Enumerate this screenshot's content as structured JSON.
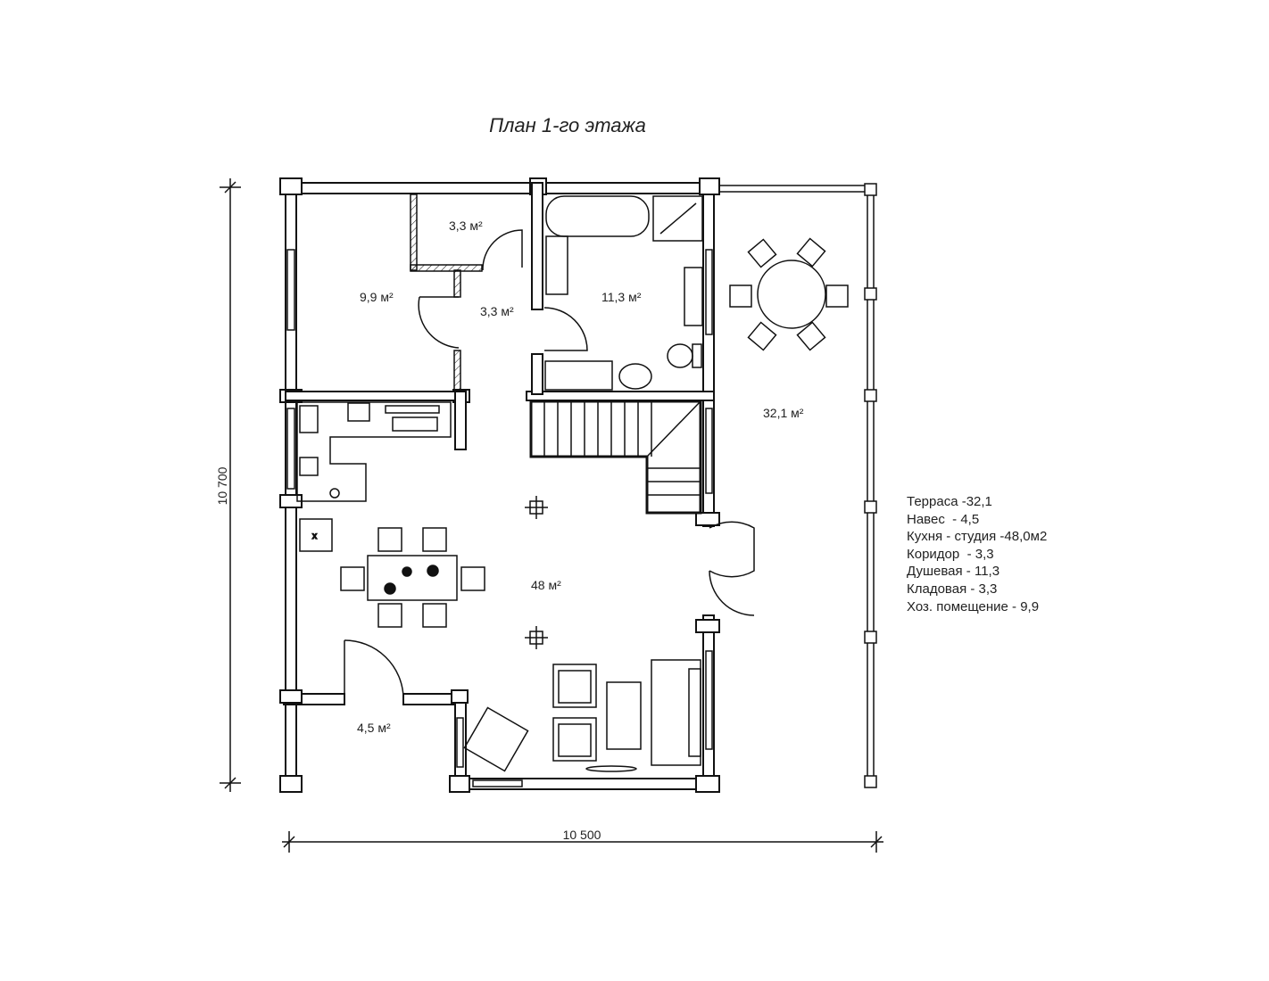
{
  "title": "План 1-го этажа",
  "rooms": {
    "storage": "3,3 м²",
    "utility": "9,9 м²",
    "corridor": "3,3 м²",
    "shower": "11,3 м²",
    "terrace": "32,1 м²",
    "studio": "48 м²",
    "canopy": "4,5 м²"
  },
  "dimensions": {
    "height": "10 700",
    "width": "10 500"
  },
  "legend": [
    "Терраса -32,1",
    "Навес  - 4,5",
    "Кухня - студия -48,0м2",
    "Коридор  - 3,3",
    "Душевая - 11,3",
    "Кладовая - 3,3",
    "Хоз. помещение - 9,9"
  ]
}
